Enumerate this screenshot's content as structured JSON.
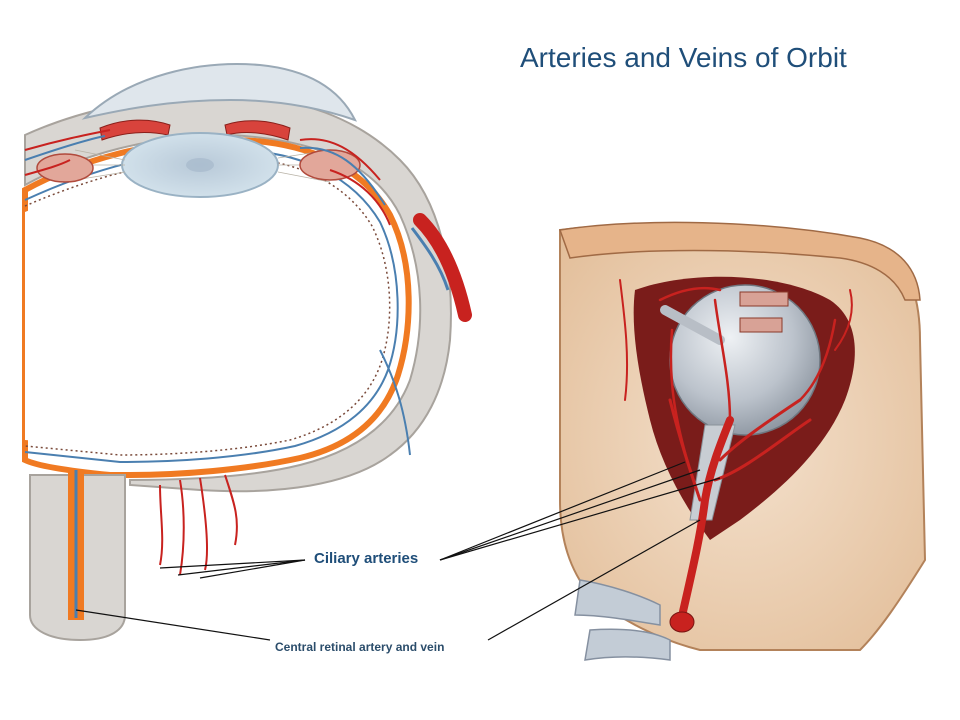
{
  "slide": {
    "title": "Arteries and Veins of Orbit"
  },
  "labels": {
    "ciliary": "Ciliary arteries",
    "central": "Central retinal artery and vein"
  },
  "colors": {
    "title": "#1f4e79",
    "artery": "#c8221f",
    "vein": "#4a7fb0",
    "bone": "#efd3b5",
    "globe_grey": "#c7cdd4",
    "cornea": "#dfe6ec",
    "lens": "#c5dbe6"
  }
}
